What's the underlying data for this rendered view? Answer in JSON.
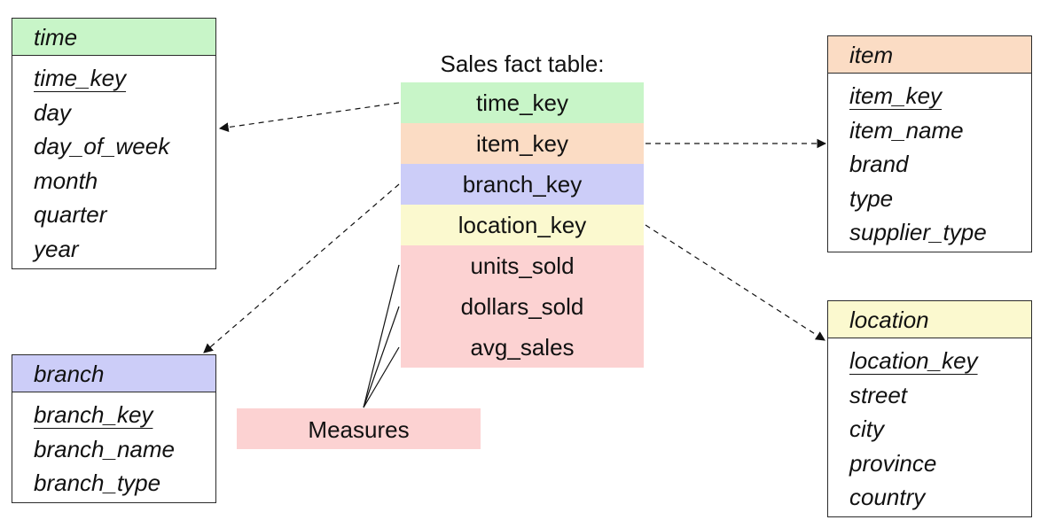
{
  "fact": {
    "title": "Sales fact table:",
    "rows": [
      {
        "label": "time_key",
        "color": "#c8f5c8"
      },
      {
        "label": "item_key",
        "color": "#fbdcc4"
      },
      {
        "label": "branch_key",
        "color": "#cccdf8"
      },
      {
        "label": "location_key",
        "color": "#fbf9cf"
      },
      {
        "label": "units_sold",
        "color": "#fcd2d2"
      },
      {
        "label": "dollars_sold",
        "color": "#fcd2d2"
      },
      {
        "label": "avg_sales",
        "color": "#fcd2d2"
      }
    ]
  },
  "measures": {
    "label": "Measures",
    "color": "#fcd2d2"
  },
  "dimensions": {
    "time": {
      "name": "time",
      "color": "#c8f5c8",
      "attributes": [
        "time_key",
        "day",
        "day_of_week",
        "month",
        "quarter",
        "year"
      ]
    },
    "item": {
      "name": "item",
      "color": "#fbdcc4",
      "attributes": [
        "item_key",
        "item_name",
        "brand",
        "type",
        "supplier_type"
      ]
    },
    "branch": {
      "name": "branch",
      "color": "#cccdf8",
      "attributes": [
        "branch_key",
        "branch_name",
        "branch_type"
      ]
    },
    "location": {
      "name": "location",
      "color": "#fbf9cf",
      "attributes": [
        "location_key",
        "street",
        "city",
        "province",
        "country"
      ]
    }
  }
}
